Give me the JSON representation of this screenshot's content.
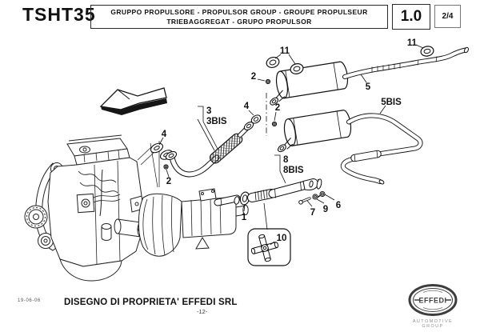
{
  "header": {
    "code": "TSHT35",
    "title_line1": "GRUPPO PROPULSORE - PROPULSOR GROUP - GROUPE PROPULSEUR",
    "title_line2": "TRIEBAGGREGAT - GRUPO PROPULSOR",
    "version": "1.0",
    "page_indicator": "2/4"
  },
  "footer": {
    "date": "19-06-06",
    "property_notice": "DISEGNO DI PROPRIETA' EFFEDI SRL",
    "page_number": "-12-",
    "logo_text": "EFFEDI",
    "logo_subtext": "AUTOMOTIVE GROUP"
  },
  "diagram": {
    "callouts": {
      "hanger_front": "11",
      "hanger_rear": "11",
      "bolt_muffler_inlet": "2",
      "bolt_gasket_joint": "2",
      "bolt_manifold": "2",
      "gasket_joint": "4",
      "gasket_manifold": "4",
      "flex_pipe": "3",
      "flex_pipe_alt": "3BIS",
      "front_exhaust": "5",
      "rear_exhaust_alt": "5BIS",
      "driveshaft": "8",
      "driveshaft_alt": "8BIS",
      "bearing_ring": "1",
      "bolt_small": "7",
      "washer": "9",
      "screw": "6",
      "spider_joint": "10"
    }
  }
}
